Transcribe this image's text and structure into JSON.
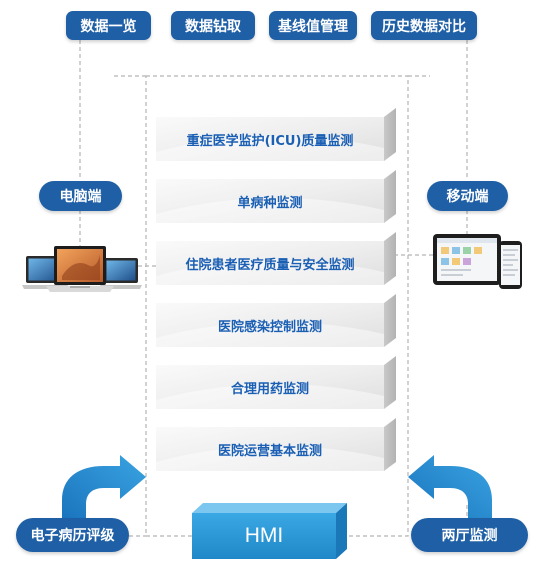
{
  "top_tabs": [
    "数据一览",
    "数据钻取",
    "基线值管理",
    "历史数据对比"
  ],
  "clients": {
    "desktop": "电脑端",
    "mobile": "移动端"
  },
  "modules": [
    "重症医学监护(ICU)质量监测",
    "单病种监测",
    "住院患者医疗质量与安全监测",
    "医院感染控制监测",
    "合理用药监测",
    "医院运营基本监测"
  ],
  "hmi": "HMI",
  "inputs": {
    "left": "电子病历评级",
    "right": "两厅监测"
  },
  "colors": {
    "pill": "#1f5fa6",
    "module_text": "#1a5fb4",
    "hmi": "#2a9bd8",
    "arrow": "#2789cc",
    "dashed": "#b5b5b5"
  }
}
